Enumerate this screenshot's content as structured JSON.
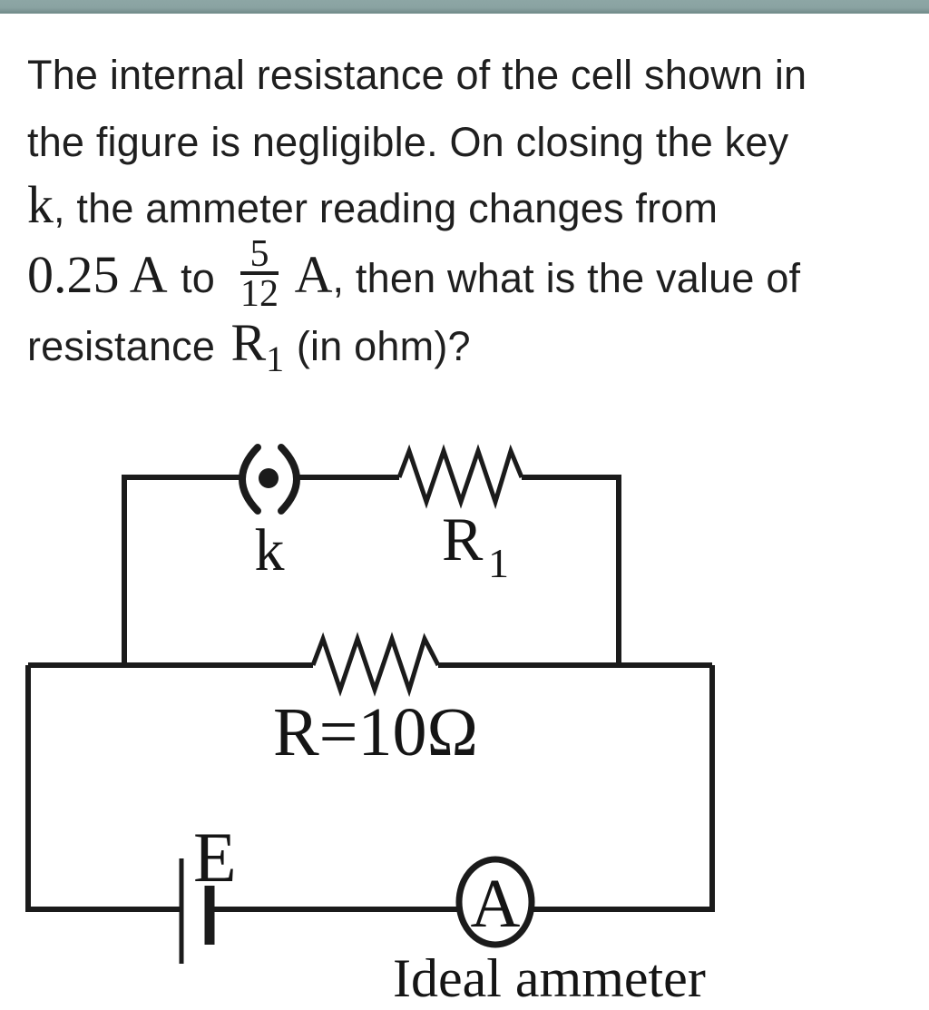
{
  "question": {
    "line1": "The internal resistance of the cell shown in",
    "line2": "the figure is negligible. On closing the key",
    "line3_k": "k",
    "line3_rest": ", the ammeter reading changes from",
    "line4_value": "0.25 A",
    "line4_to": "to",
    "line4_frac_num": "5",
    "line4_frac_den": "12",
    "line4_unit": "A",
    "line4_rest": ", then what is the value of",
    "line5_pre": "resistance",
    "line5_r": "R",
    "line5_r_sub": "1",
    "line5_post": "(in ohm)?"
  },
  "circuit": {
    "key_label": "k",
    "r1_label": "R",
    "r1_sub": "1",
    "r_value_label": "R=10Ω",
    "battery_label": "E",
    "ammeter_letter": "A",
    "ammeter_caption": "Ideal ammeter"
  },
  "colors": {
    "top_bar": "#8da6a5",
    "ink": "#1f1f1f",
    "wire": "#1b1b1b"
  }
}
